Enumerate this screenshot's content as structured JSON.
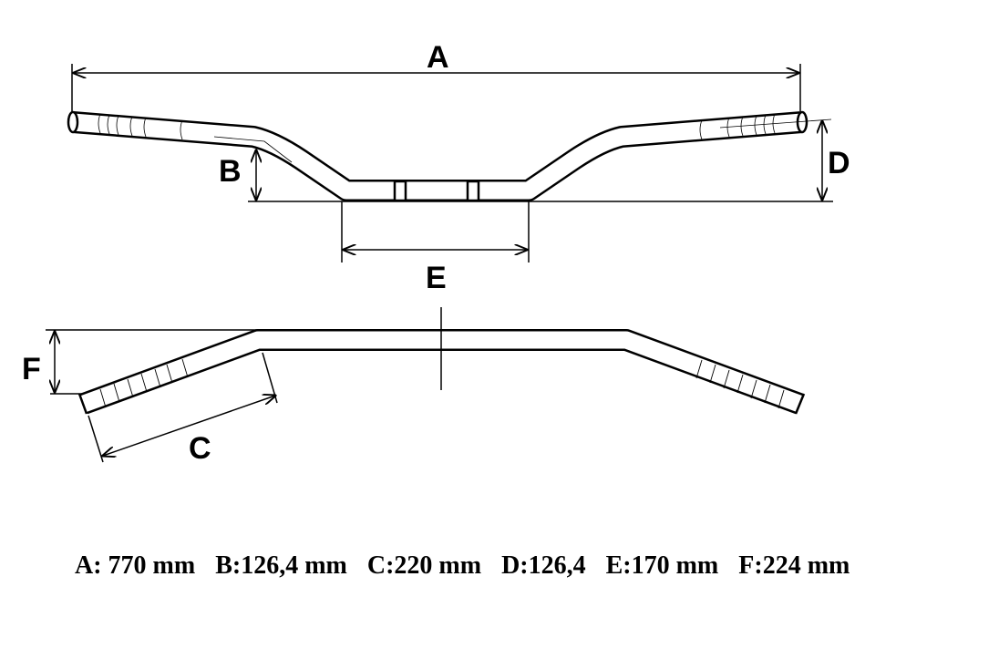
{
  "labels": {
    "a": "A",
    "b": "B",
    "c": "C",
    "d": "D",
    "e": "E",
    "f": "F"
  },
  "specs": [
    "A: 770 mm",
    "B:126,4 mm",
    "C:220 mm",
    "D:126,4",
    "E:170 mm",
    "F:224 mm"
  ]
}
